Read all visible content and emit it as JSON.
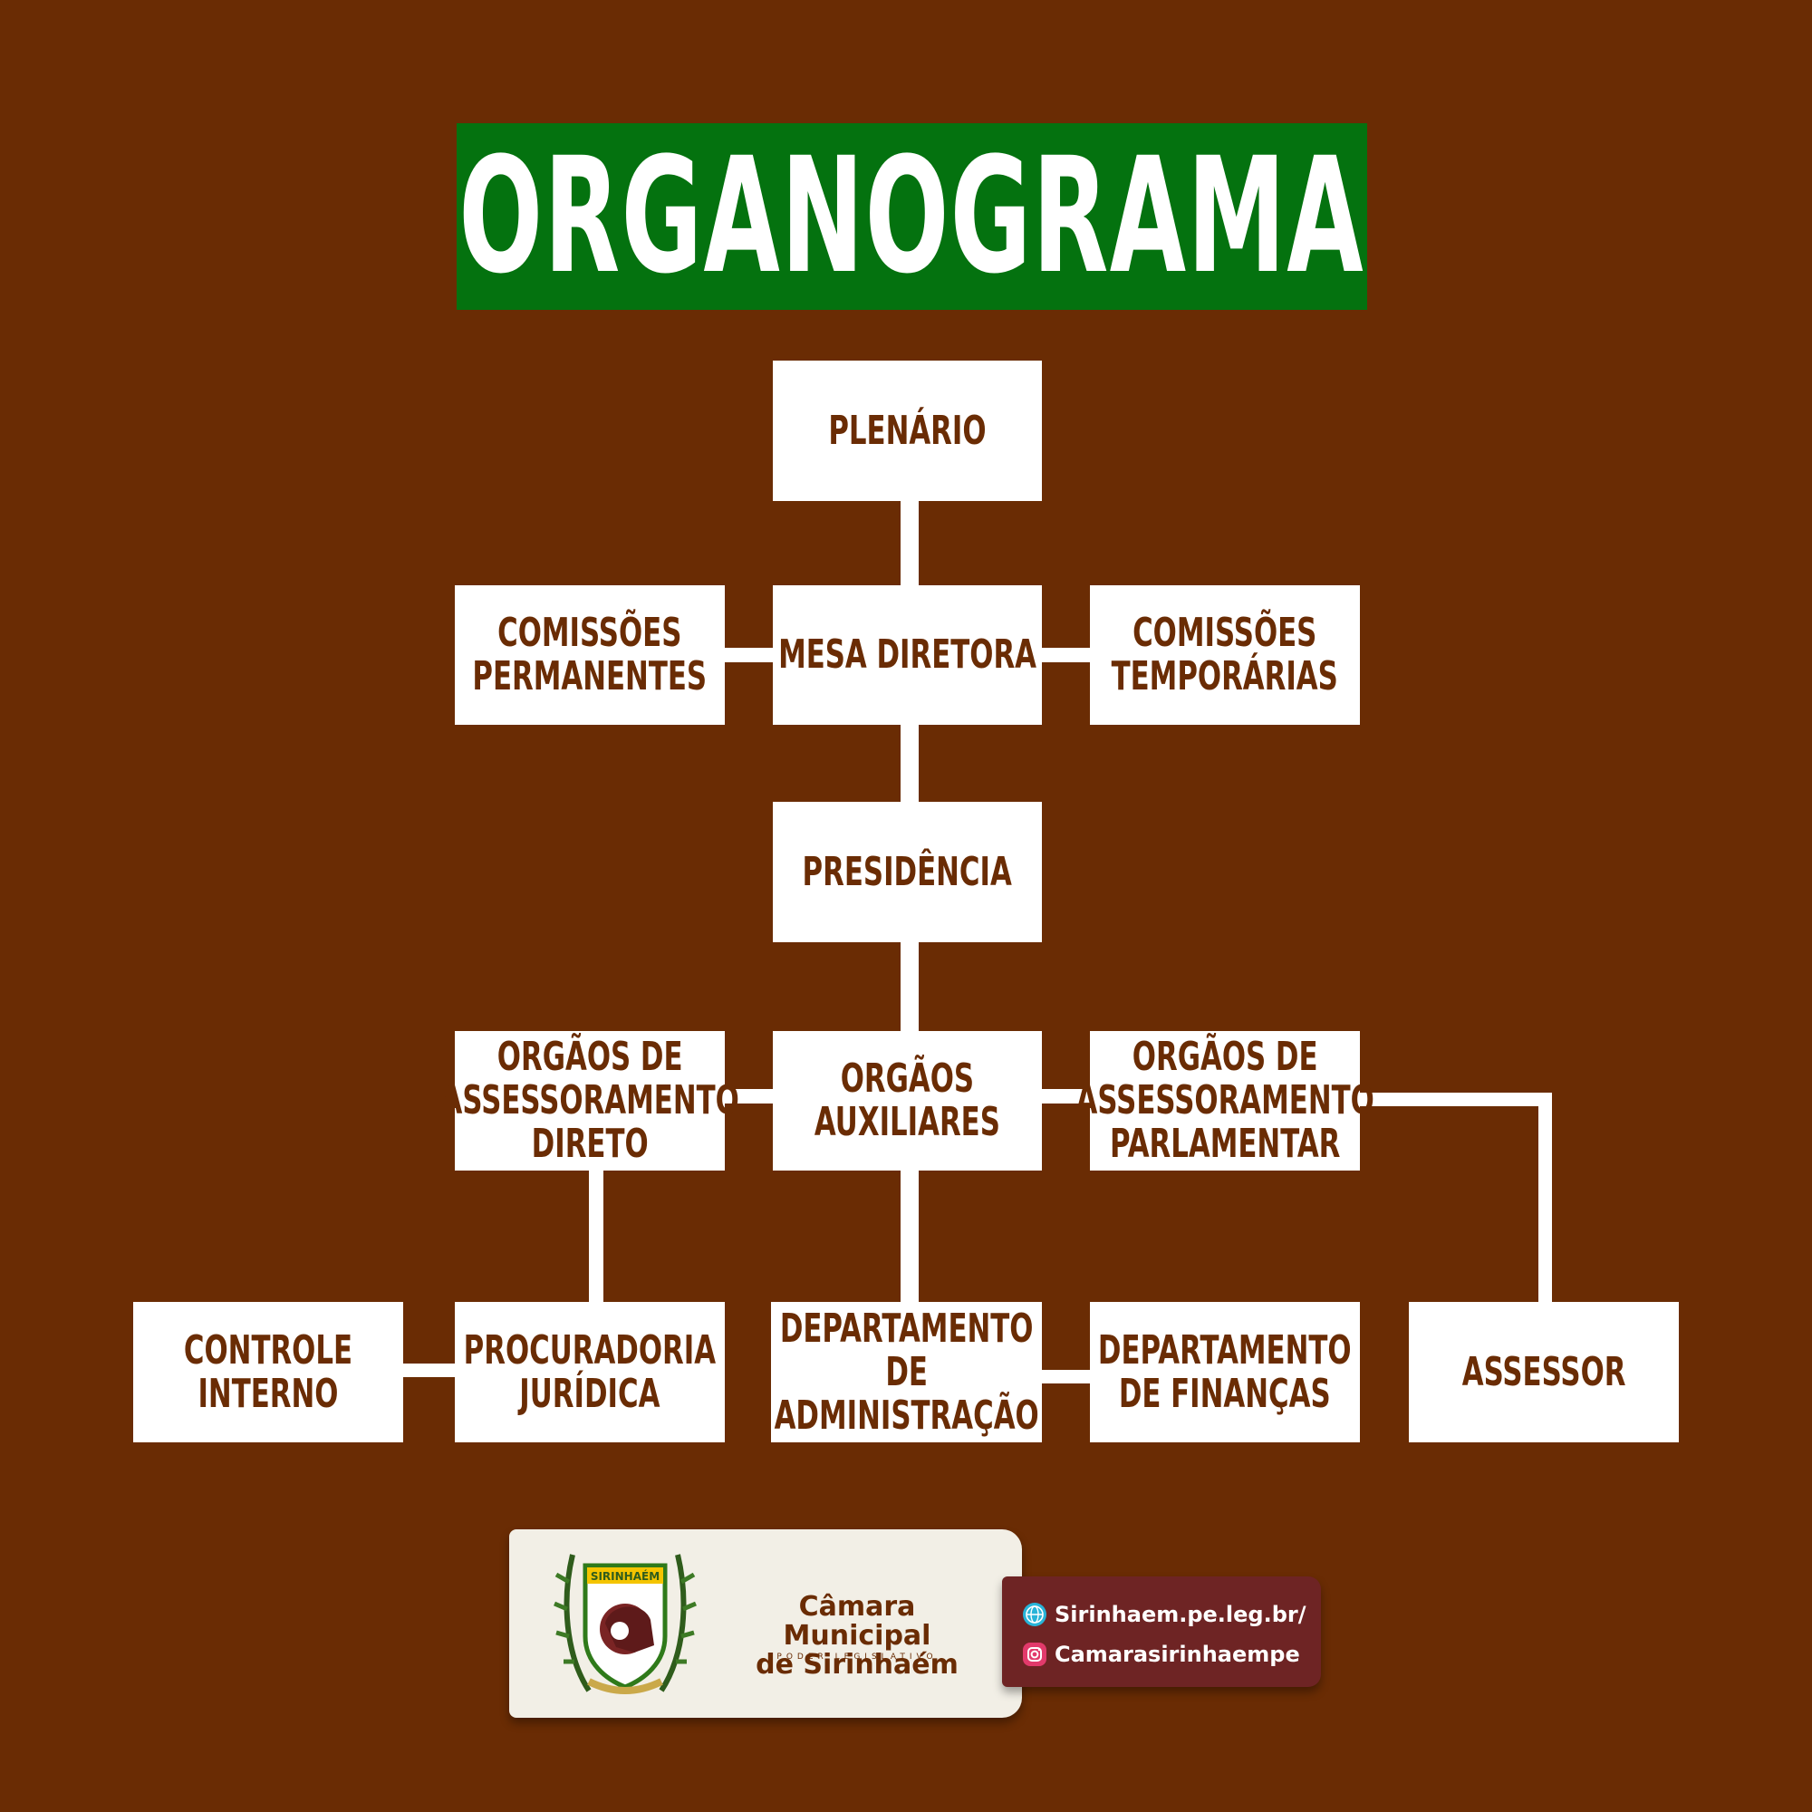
{
  "title": "ORGANOGRAMA",
  "nodes": {
    "plenario": "PLENÁRIO",
    "mesa_diretora": "MESA DIRETORA",
    "comissoes_permanentes": "COMISSÕES\nPERMANENTES",
    "comissoes_temporarias": "COMISSÕES\nTEMPORÁRIAS",
    "presidencia": "PRESIDÊNCIA",
    "orgaos_assessoramento_direto": "ORGÃOS DE\nASSESSORAMENTO\nDIRETO",
    "orgaos_auxiliares": "ORGÃOS\nAUXILIARES",
    "orgaos_assessoramento_parlamentar": "ORGÃOS DE\nASSESSORAMENTO\nPARLAMENTAR",
    "controle_interno": "CONTROLE\nINTERNO",
    "procuradoria_juridica": "PROCURADORIA\nJURÍDICA",
    "departamento_administracao": "DEPARTAMENTO DE\nADMINISTRAÇÃO",
    "departamento_financas": "DEPARTAMENTO\nDE FINANÇAS",
    "assessor": "ASSESSOR"
  },
  "footer": {
    "crest_label": "SIRINHAÉM",
    "org_name": "Câmara Municipal\nde Sirinhaém",
    "org_subtitle": "PODER LEGISLATIVO",
    "website": "Sirinhaem.pe.leg.br/",
    "instagram": "Camarasirinhaempe",
    "website_icon": "globe-icon",
    "instagram_icon": "instagram-icon"
  },
  "colors": {
    "background": "#6a2c04",
    "title_bar": "#04720f",
    "box": "#ffffff",
    "box_text": "#6a2c04",
    "contact_card": "#6e2424"
  }
}
